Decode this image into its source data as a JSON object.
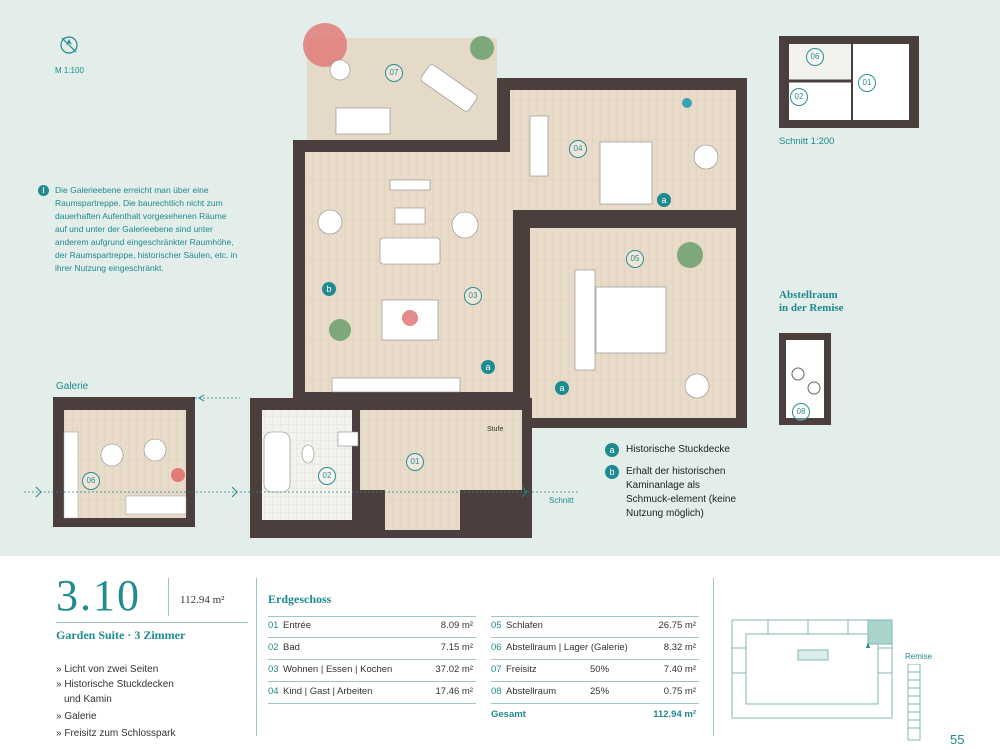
{
  "plan": {
    "scale": "M 1:100",
    "info_text": "Die Galerieebene erreicht man über eine Raumspartreppe. Die baurechtlich nicht zum dauerhaften Aufenthalt vorgesehenen Räume auf und unter der Galerieebene sind unter anderem aufgrund eingeschränkter Raumhöhe, der Raumspartreppe, historischer Säulen, etc. in ihrer Nutzung eingeschränkt.",
    "galerie_label": "Galerie",
    "schnitt_label": "Schnitt",
    "schnitt_scale": "Schnitt  1:200",
    "stufe_label": "Stufe",
    "remise_title_1": "Abstellraum",
    "remise_title_2": "in der Remise",
    "room_markers": [
      "01",
      "02",
      "03",
      "04",
      "05",
      "06",
      "07",
      "08"
    ],
    "legend": [
      {
        "badge": "a",
        "text": "Historische Stuckdecke"
      },
      {
        "badge": "b",
        "text": "Erhalt der historischen Kaminanlage als Schmuck-element (keine Nutzung möglich)"
      }
    ],
    "badges": [
      "a",
      "b"
    ]
  },
  "unit": {
    "number": "3.10",
    "area": "112.94 m²",
    "subtitle": "Garden Suite · 3 Zimmer",
    "features": [
      "» Licht von zwei Seiten",
      "» Historische Stuckdecken",
      "und Kamin",
      "» Galerie",
      "» Freisitz zum Schlosspark"
    ]
  },
  "table": {
    "heading": "Erdgeschoss",
    "left": [
      {
        "num": "01",
        "name": "Entrée",
        "pct": "",
        "value": "8.09 m²"
      },
      {
        "num": "02",
        "name": "Bad",
        "pct": "",
        "value": "7.15 m²"
      },
      {
        "num": "03",
        "name": "Wohnen | Essen | Kochen",
        "pct": "",
        "value": "37.02 m²"
      },
      {
        "num": "04",
        "name": "Kind | Gast | Arbeiten",
        "pct": "",
        "value": "17.46 m²"
      }
    ],
    "right": [
      {
        "num": "05",
        "name": "Schlafen",
        "pct": "",
        "value": "26.75 m²"
      },
      {
        "num": "06",
        "name": "Abstellraum | Lager (Galerie)",
        "pct": "",
        "value": "8.32 m²"
      },
      {
        "num": "07",
        "name": "Freisitz",
        "pct": "50%",
        "value": "7.40 m²"
      },
      {
        "num": "08",
        "name": "Abstellraum",
        "pct": "25%",
        "value": "0.75 m²"
      }
    ],
    "total_label": "Gesamt",
    "total_value": "112.94 m²"
  },
  "keyplan": {
    "remise_label": "Remise"
  },
  "page_number": "55",
  "colors": {
    "teal": "#1f8a8f",
    "wall": "#4a3f3c",
    "floor": "#e6d8c5",
    "bg": "#e3ede9"
  }
}
